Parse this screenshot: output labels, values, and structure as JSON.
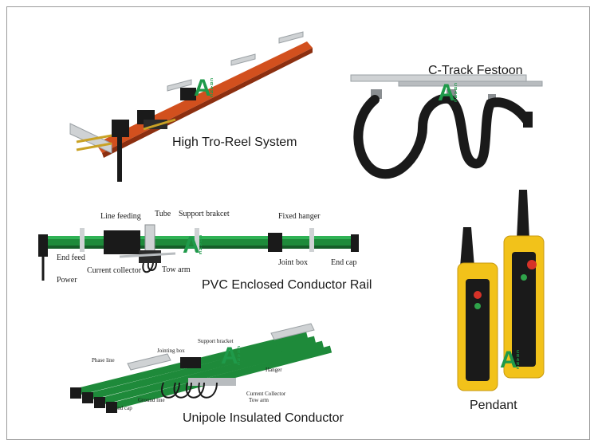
{
  "products": {
    "tro_reel": {
      "caption": "High Tro-Reel System"
    },
    "c_track": {
      "caption": "C-Track Festoon"
    },
    "pvc_rail": {
      "caption": "PVC Enclosed Conductor Rail",
      "labels": {
        "line_feeding": "Line feeding",
        "tube": "Tube",
        "support_bracket": "Support brakcet",
        "fixed_hanger": "Fixed hanger",
        "end_feed": "End feed",
        "current_collector": "Current collector",
        "tow_arm": "Tow arm",
        "joint_box": "Joint box",
        "end_cap": "End cap",
        "power": "Power"
      }
    },
    "pendant": {
      "caption": "Pendant"
    },
    "unipole": {
      "caption": "Unipole Insulated Conductor",
      "labels": {
        "support_bracket": "Support bracket",
        "jointing_box": "Jointing box",
        "phase_line": "Phase line",
        "hanger": "Hanger",
        "current_collector": "Current Collector",
        "ground_line": "Ground line",
        "tow_arm": "Tow arm",
        "end_cap": "End cap"
      }
    }
  },
  "logo": {
    "letter": "A",
    "word": "CRANE"
  },
  "colors": {
    "brand_green": "#1f9a4a",
    "rail_green": "#1e8a3a",
    "copper_rail": "#d2501e",
    "pendant_yellow": "#f2c21a",
    "frame_border": "#9a9a9a"
  }
}
